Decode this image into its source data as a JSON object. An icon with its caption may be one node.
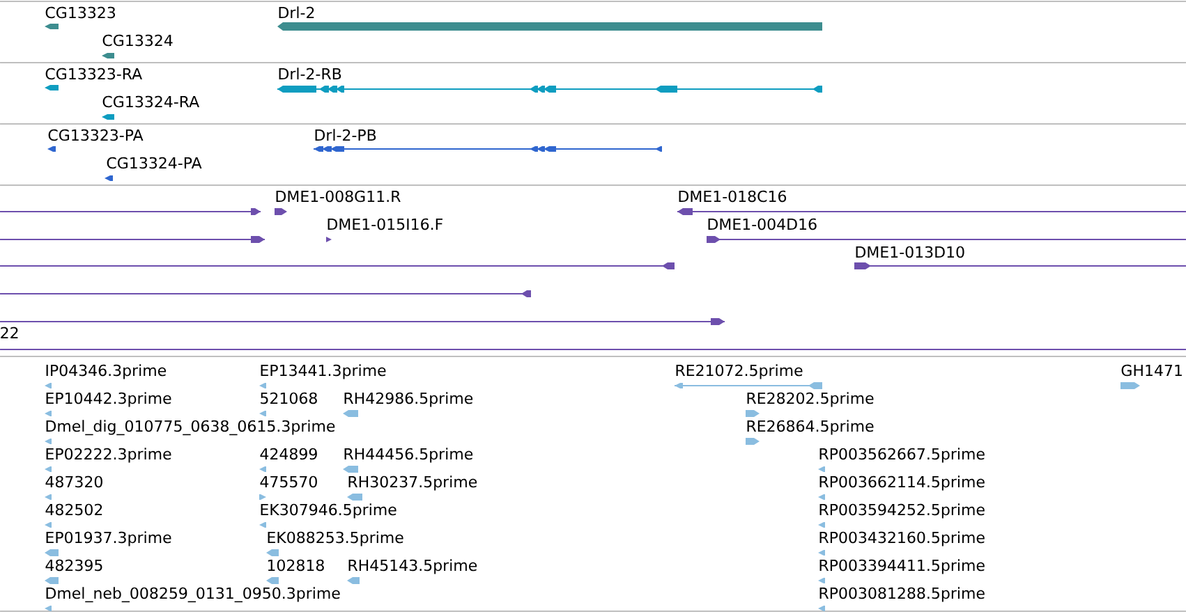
{
  "diagram": {
    "labels": [
      "CG13323",
      "Drl-2",
      "CG13324",
      "CG13323-RA",
      "Drl-2-RB",
      "CG13324-RA",
      "CG13323-PA",
      "Drl-2-PB",
      "CG13324-PA",
      "DME1-008G11.R",
      "DME1-018C16",
      "DME1-015I16.F",
      "DME1-004D16",
      "DME1-013D10",
      "22",
      "IP04346.3prime",
      "EP13441.3prime",
      "RE21072.5prime",
      "GH1471",
      "EP10442.3prime",
      "521068",
      "RH42986.5prime",
      "RE28202.5prime",
      "Dmel_dig_010775_0638_0615.3prime",
      "RE26864.5prime",
      "EP02222.3prime",
      "424899",
      "RH44456.5prime",
      "RP003562667.5prime",
      "487320",
      "475570",
      "RH30237.5prime",
      "RP003662114.5prime",
      "482502",
      "EK307946.5prime",
      "RP003594252.5prime",
      "EP01937.3prime",
      "EK088253.5prime",
      "RP003432160.5prime",
      "482395",
      "102818",
      "RH45143.5prime",
      "RP003394411.5prime",
      "Dmel_neb_008259_0131_0950.3prime",
      "RP003081288.5prime"
    ]
  }
}
